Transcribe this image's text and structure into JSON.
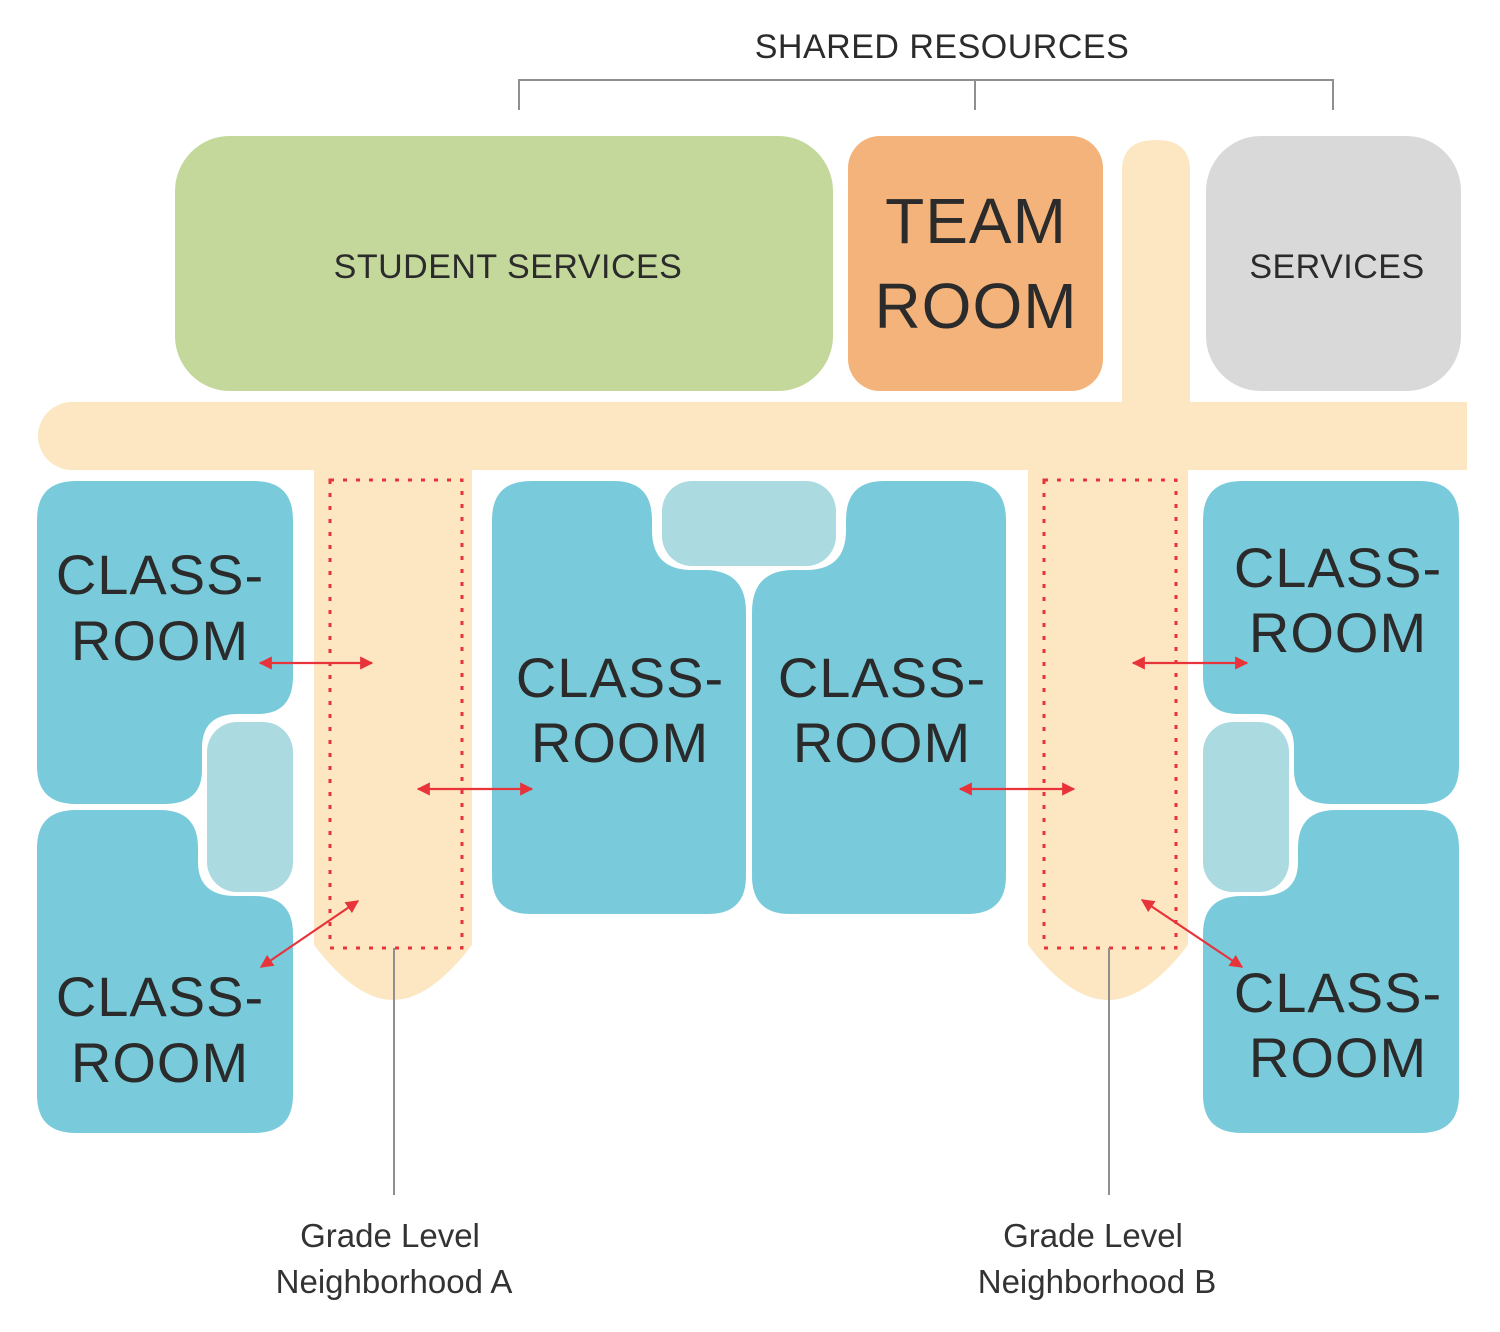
{
  "title": "SHARED RESOURCES",
  "colors": {
    "student_services": "#c3d89a",
    "team_room": "#f4b37a",
    "services": "#d9d9d9",
    "corridor": "#fde7c2",
    "classroom": "#79cbdc",
    "support_space": "#abdae0",
    "arrow": "#e8333b",
    "text": "#2b2b2b",
    "leader_line": "#8f8f8f"
  },
  "shared_rooms": {
    "student_services": "STUDENT SERVICES",
    "team_room_line1": "TEAM",
    "team_room_line2": "ROOM",
    "services": "SERVICES"
  },
  "classrooms": [
    {
      "line1": "CLASS-",
      "line2": "ROOM",
      "position": "left-top"
    },
    {
      "line1": "CLASS-",
      "line2": "ROOM",
      "position": "left-bottom"
    },
    {
      "line1": "CLASS-",
      "line2": "ROOM",
      "position": "center-left"
    },
    {
      "line1": "CLASS-",
      "line2": "ROOM",
      "position": "center-right"
    },
    {
      "line1": "CLASS-",
      "line2": "ROOM",
      "position": "right-top"
    },
    {
      "line1": "CLASS-",
      "line2": "ROOM",
      "position": "right-bottom"
    }
  ],
  "neighborhoods": [
    {
      "line1": "Grade Level",
      "line2": "Neighborhood A"
    },
    {
      "line1": "Grade Level",
      "line2": "Neighborhood B"
    }
  ]
}
